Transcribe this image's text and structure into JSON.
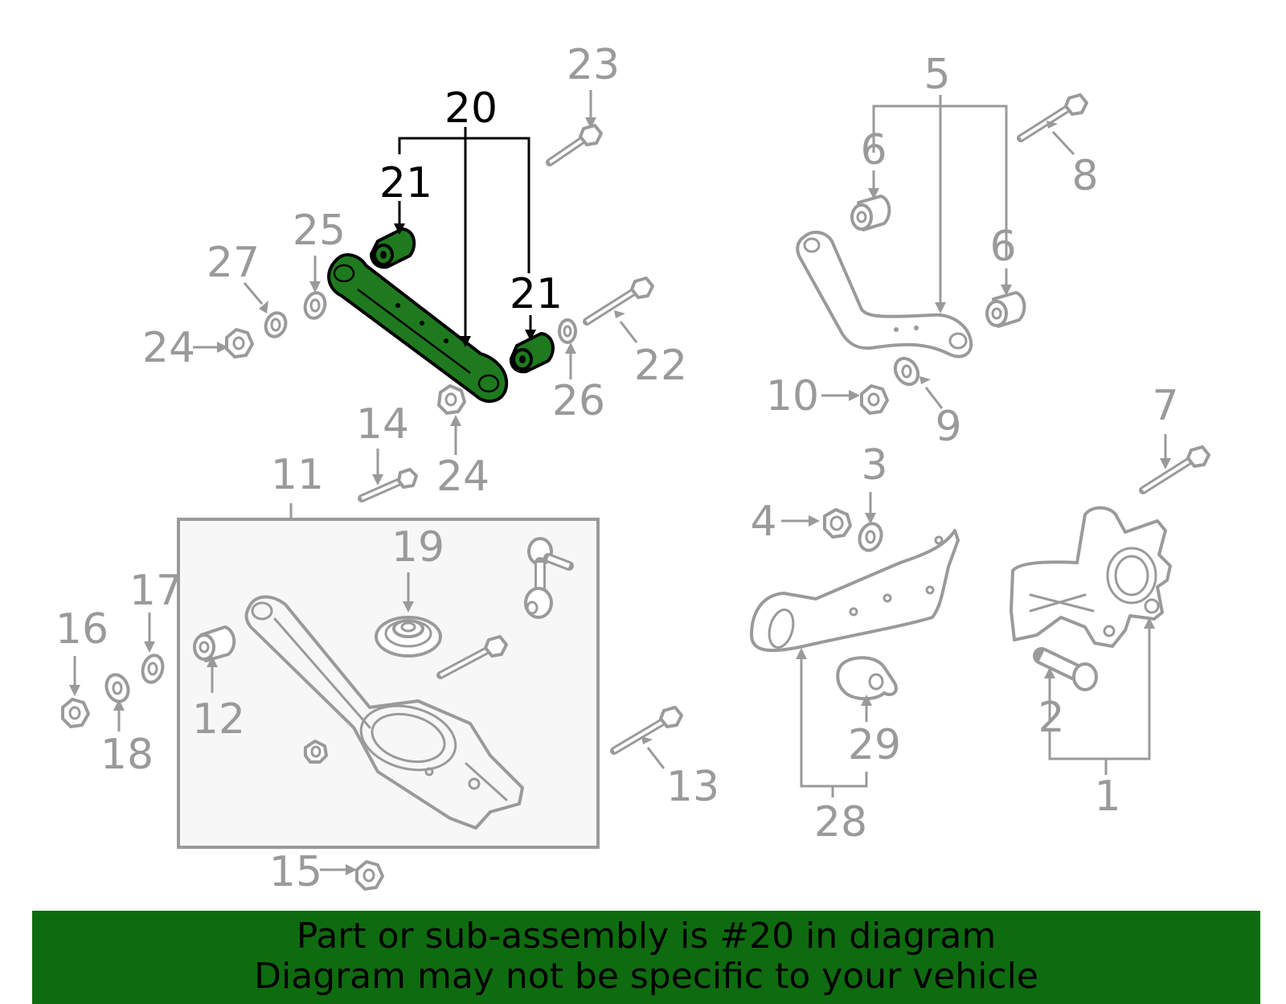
{
  "callouts": {
    "c1": "1",
    "c2": "2",
    "c3": "3",
    "c4": "4",
    "c5": "5",
    "c6a": "6",
    "c6b": "6",
    "c7": "7",
    "c8": "8",
    "c9": "9",
    "c10": "10",
    "c11": "11",
    "c12": "12",
    "c13": "13",
    "c14": "14",
    "c15": "15",
    "c16": "16",
    "c17": "17",
    "c18": "18",
    "c19": "19",
    "c20": "20",
    "c21a": "21",
    "c21b": "21",
    "c22": "22",
    "c23": "23",
    "c24a": "24",
    "c24b": "24",
    "c25": "25",
    "c26": "26",
    "c27": "27",
    "c28": "28",
    "c29": "29"
  },
  "highlight": {
    "part_number": "20",
    "color": "#1f7a1f"
  },
  "banner": {
    "line1": "Part or sub-assembly is #20 in diagram",
    "line2": "Diagram may not be specific to your vehicle",
    "background": "#0f6b0f"
  }
}
